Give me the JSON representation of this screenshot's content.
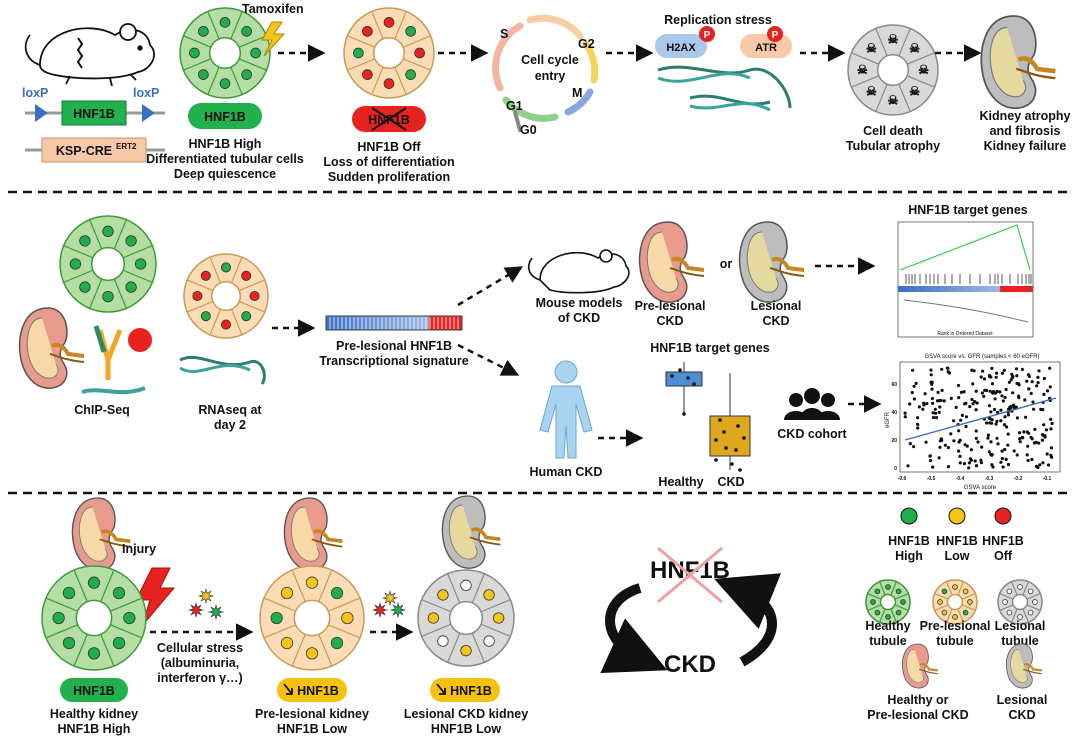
{
  "panel1": {
    "loxp_left": "loxP",
    "loxp_right": "loxP",
    "gene_box": "HNF1B",
    "cre_box": "KSP-CRE",
    "cre_sup": "ERT2",
    "tamoxifen": "Tamoxifen",
    "high_pill": "HNF1B",
    "high_caption": [
      "HNF1B High",
      "Differentiated tubular cells",
      "Deep quiescence"
    ],
    "off_pill": "HNF1B",
    "off_caption": [
      "HNF1B Off",
      "Loss of differentiation",
      "Sudden proliferation"
    ],
    "cycle_title": [
      "Cell cycle",
      "entry"
    ],
    "cycle_phases": {
      "s": "S",
      "g2": "G2",
      "m": "M",
      "g1": "G1",
      "g0": "G0"
    },
    "stress_title": "Replication stress",
    "h2ax": "H2AX",
    "atr": "ATR",
    "phospho": "P",
    "death_caption": [
      "Cell death",
      "Tubular atrophy"
    ],
    "kidney_caption": [
      "Kidney atrophy",
      "and fibrosis",
      "Kidney failure"
    ]
  },
  "panel2": {
    "chip": "ChIP-Seq",
    "rnaseq": [
      "RNAseq at",
      "day 2"
    ],
    "signature": [
      "Pre-lesional HNF1B",
      "Transcriptional signature"
    ],
    "mouse_models": [
      "Mouse models",
      "of CKD"
    ],
    "prelesional": [
      "Pre-lesional",
      "CKD"
    ],
    "or": "or",
    "lesional": [
      "Lesional",
      "CKD"
    ],
    "target_title_top": "HNF1B target genes",
    "target_title_mid": "HNF1B target genes",
    "human": "Human CKD",
    "healthy": "Healthy",
    "ckd": "CKD",
    "cohort": "CKD cohort",
    "scatter_title": "GSVA score vs. GFR (samples < 60 eGFR)",
    "scatter_xlabel": "GSVA score",
    "scatter_ylabel": "eGFR",
    "scatter_xticks": [
      "-0.6",
      "-0.5",
      "-0.4",
      "-0.3",
      "-0.2",
      "-0.1"
    ],
    "scatter_yticks": [
      "0",
      "20",
      "40",
      "60"
    ],
    "gsea_xlabel": "Rank in Ordered Dataset"
  },
  "panel3": {
    "injury": "Injury",
    "stress": [
      "Cellular stress",
      "(albuminuria,",
      "interferon γ…)"
    ],
    "healthy_pill": "HNF1B",
    "healthy_caption": [
      "Healthy kidney",
      "HNF1B High"
    ],
    "pre_pill": "HNF1B",
    "pre_caption": [
      "Pre-lesional kidney",
      "HNF1B Low"
    ],
    "les_pill": "HNF1B",
    "les_caption": [
      "Lesional CKD kidney",
      "HNF1B Low"
    ],
    "loop_top": "HNF1B",
    "loop_bottom": "CKD"
  },
  "legend": {
    "dots": [
      {
        "label": [
          "HNF1B",
          "High"
        ],
        "color": "#1fae4b"
      },
      {
        "label": [
          "HNF1B",
          "Low"
        ],
        "color": "#f5c518"
      },
      {
        "label": [
          "HNF1B",
          "Off"
        ],
        "color": "#e8231f"
      }
    ],
    "tubules": [
      {
        "label": [
          "Healthy",
          "tubule"
        ]
      },
      {
        "label": [
          "Pre-lesional",
          "tubule"
        ]
      },
      {
        "label": [
          "Lesional",
          "tubule"
        ]
      }
    ],
    "kidneys": [
      {
        "label": [
          "Healthy or",
          "Pre-lesional CKD"
        ]
      },
      {
        "label": [
          "Lesional",
          "CKD"
        ]
      }
    ]
  },
  "colors": {
    "green_fill": "#b5dea4",
    "green_stroke": "#3f9a3a",
    "peach_fill": "#fbdcb4",
    "peach_stroke": "#c79a58",
    "grey_fill": "#d9d9d9",
    "grey_stroke": "#8a8a8a",
    "pill_green": "#22b14c",
    "pill_red": "#e8231f",
    "pill_yellow": "#f7c20e",
    "cre_box": "#f7c9a8"
  }
}
